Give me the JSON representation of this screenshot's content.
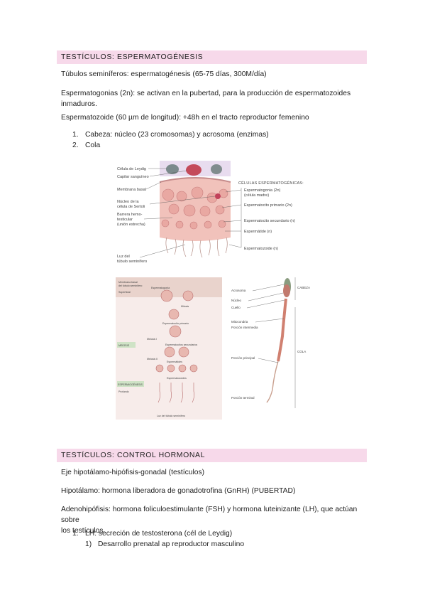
{
  "section1": {
    "heading": "TESTÍCULOS: ESPERMATOGÉNESIS",
    "p1": "Túbulos seminíferos: espermatogénesis (65-75 días, 300M/día)",
    "p2a": "Espermatogonias (2n): se activan en la pubertad, para la producción de espermatozoides",
    "p2b": "inmaduros.",
    "p3": "Espermatozoide (60 µm de longitud): +48h en el tracto reproductor femenino",
    "list": [
      {
        "num": "1.",
        "text": "Cabeza: núcleo (23 cromosomas) y acrosoma (enzimas)"
      },
      {
        "num": "2.",
        "text": "Cola"
      }
    ]
  },
  "figure1": {
    "left_labels": [
      "Célula de Leydig",
      "Capilar sanguíneo",
      "Membrana basal",
      "Núcleo de la",
      "célula de Sertoli",
      "Barrera hemo-",
      "testicular",
      "(unión estrecha)",
      "Luz del",
      "túbulo seminífero"
    ],
    "right_title_1": "CÉLULAS ESPERMATOGÉNICAS:",
    "right_labels": [
      "Espermatogonia (2n)",
      "(célula madre)",
      "Espermatocito primario (2n)",
      "Espermatocito secundario (n)",
      "Espermátide (n)",
      "Espermatozoide (n)"
    ]
  },
  "figure2": {
    "labels": [
      "Membrana basal",
      "del túbulo seminífero",
      "Superficial",
      "Espermatogonia",
      "Mitosis",
      "Espermatocito primario",
      "MEIOSIS",
      "Meiosis I",
      "Meiosis II",
      "Espermatocitos secundarios",
      "Espermátides",
      "Espermatozoides",
      "ESPERMIOGÉNESIS",
      "Profundo",
      "Luz del túbulo seminífero"
    ]
  },
  "figure3": {
    "left_labels": [
      "Acrosoma",
      "Núcleo",
      "Cuello",
      "Mitocondria",
      "Porción intermedia",
      "Porción principal",
      "Porción terminal"
    ],
    "right_labels": [
      "CABEZA",
      "COLA"
    ]
  },
  "section2": {
    "heading": "TESTÍCULOS: CONTROL HORMONAL",
    "p1": "Eje hipotálamo-hipófisis-gonadal (testículos)",
    "p2": "Hipotálamo: hormona liberadora de gonadotrofina (GnRH) (PUBERTAD)",
    "p3a": "Adenohipófisis: hormona foliculoestimulante (FSH) y hormona luteinizante (LH), que actúan sobre",
    "p3b": "los testículos",
    "list": [
      {
        "num": "1.",
        "text": "LH: secreción de testosterona (cél de Leydig)"
      }
    ],
    "sublist": [
      {
        "num": "1)",
        "text": "Desarrollo prenatal ap reproductor masculino"
      }
    ]
  }
}
